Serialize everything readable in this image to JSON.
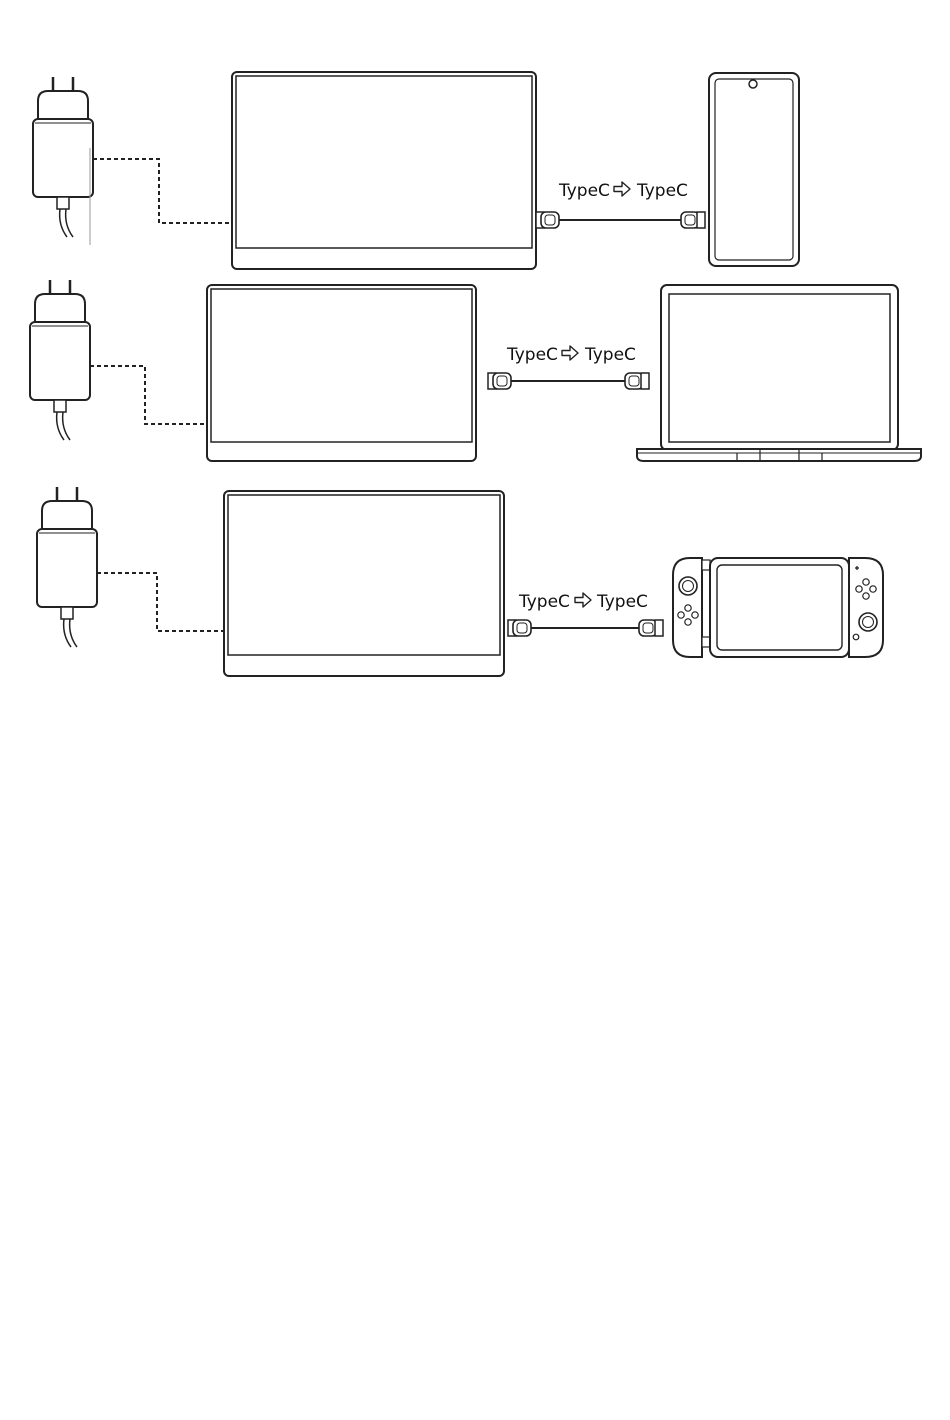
{
  "colors": {
    "line": "#222222",
    "muted": "#555555",
    "background": "#ffffff"
  },
  "rows": [
    {
      "cable": {
        "from": "TypeC",
        "to": "TypeC",
        "arrow": "hollow-right-arrow-icon"
      },
      "source_device": "smartphone"
    },
    {
      "cable": {
        "from": "TypeC",
        "to": "TypeC",
        "arrow": "hollow-right-arrow-icon"
      },
      "source_device": "laptop"
    },
    {
      "cable": {
        "from": "TypeC",
        "to": "TypeC",
        "arrow": "hollow-right-arrow-icon"
      },
      "source_device": "game-console"
    }
  ]
}
